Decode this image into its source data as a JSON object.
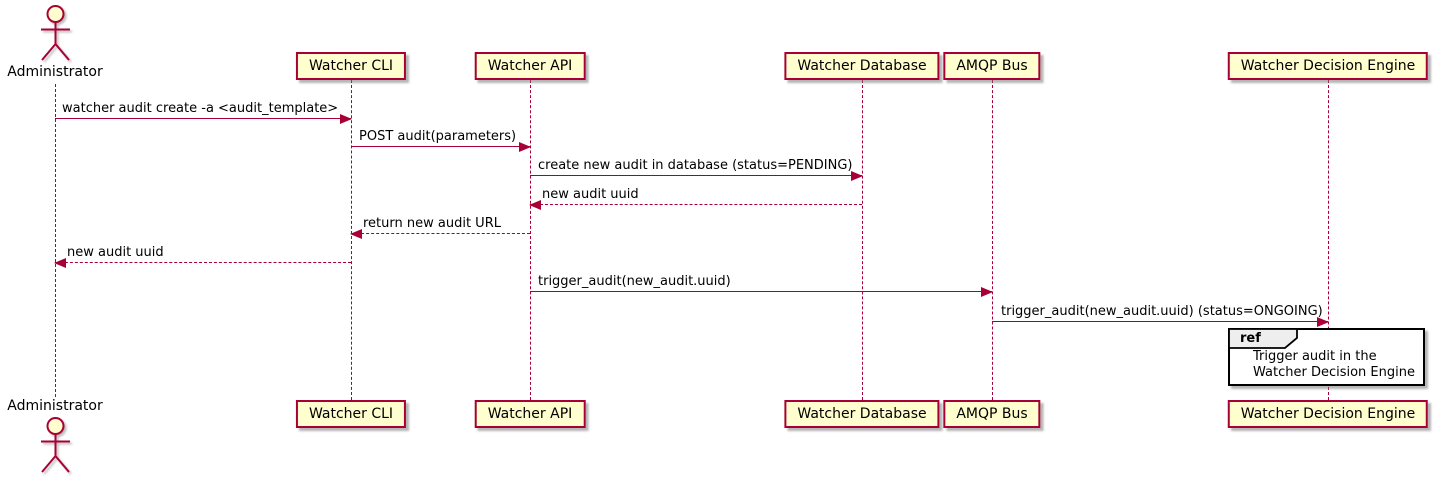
{
  "actor": {
    "name": "Administrator"
  },
  "participants": [
    {
      "name": "Watcher CLI"
    },
    {
      "name": "Watcher API"
    },
    {
      "name": "Watcher Database"
    },
    {
      "name": "AMQP Bus"
    },
    {
      "name": "Watcher Decision Engine"
    }
  ],
  "messages": [
    {
      "label": "watcher audit create -a <audit_template>",
      "from": "Administrator",
      "to": "Watcher CLI",
      "line": "solid"
    },
    {
      "label": "POST audit(parameters)",
      "from": "Watcher CLI",
      "to": "Watcher API",
      "line": "solid"
    },
    {
      "label": "create new audit in database (status=PENDING)",
      "from": "Watcher API",
      "to": "Watcher Database",
      "line": "solid"
    },
    {
      "label": "new audit uuid",
      "from": "Watcher Database",
      "to": "Watcher API",
      "line": "dashed"
    },
    {
      "label": "return new audit URL",
      "from": "Watcher API",
      "to": "Watcher CLI",
      "line": "dashed"
    },
    {
      "label": "new audit uuid",
      "from": "Watcher CLI",
      "to": "Administrator",
      "line": "dashed"
    },
    {
      "label": "trigger_audit(new_audit.uuid)",
      "from": "Watcher API",
      "to": "AMQP Bus",
      "line": "solid"
    },
    {
      "label": "trigger_audit(new_audit.uuid) (status=ONGOING)",
      "from": "AMQP Bus",
      "to": "Watcher Decision Engine",
      "line": "solid"
    }
  ],
  "ref": {
    "keyword": "ref",
    "line1": "Trigger audit in the",
    "line2": "Watcher Decision Engine"
  },
  "colors": {
    "line": "#A80036",
    "participant_fill": "#FEFECE",
    "participant_border": "#A80036",
    "ref_header_fill": "#EEEEEE",
    "ref_border": "#000000",
    "background": "#FFFFFF"
  }
}
